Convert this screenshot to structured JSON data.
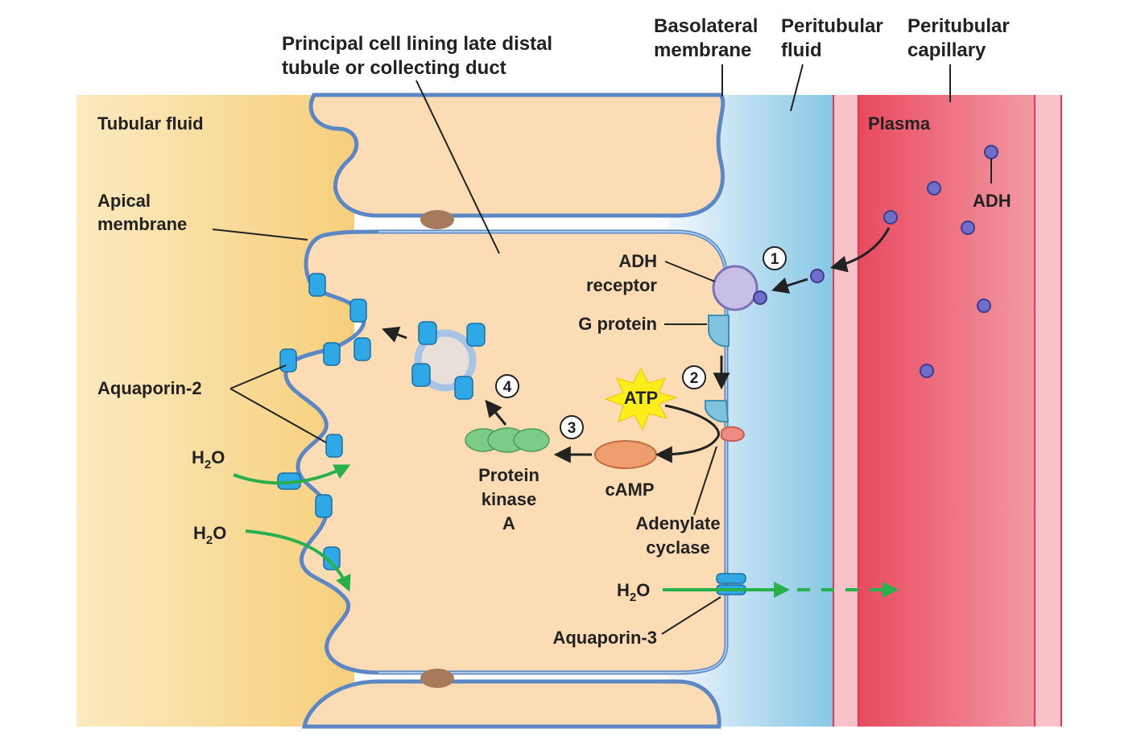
{
  "colors": {
    "tubular_fluid": "#f8d98f",
    "cell": "#fbdcb4",
    "membrane": "#8ab4e0",
    "membrane_edge": "#4f7fc0",
    "peritubular_fluid": "#8fcbe8",
    "capillary_wall": "#f6bcc3",
    "plasma": "#ea4f63",
    "adh": "#6f6ec8",
    "aquaporin": "#2ea9e6",
    "pka": "#7ccb86",
    "camp": "#ee9e6e",
    "atp_star": "#fbee1b",
    "arrow_green": "#28b04a",
    "junction": "#a87a5c"
  },
  "labels": {
    "principal_cell": [
      "Principal cell lining late distal",
      "tubule or collecting duct"
    ],
    "basolateral": [
      "Basolateral",
      "membrane"
    ],
    "peritubular_fluid": [
      "Peritubular",
      "fluid"
    ],
    "peritubular_capillary": [
      "Peritubular",
      "capillary"
    ],
    "tubular_fluid": "Tubular fluid",
    "plasma": "Plasma",
    "adh": "ADH",
    "apical_membrane": [
      "Apical",
      "membrane"
    ],
    "adh_receptor": [
      "ADH",
      "receptor"
    ],
    "g_protein": "G protein",
    "aquaporin_2": "Aquaporin-2",
    "atp": "ATP",
    "camp": "cAMP",
    "protein_kinase_a": [
      "Protein",
      "kinase",
      "A"
    ],
    "adenylate_cyclase": [
      "Adenylate",
      "cyclase"
    ],
    "h2o": "H",
    "h2o_sub": "2",
    "h2o_end": "O",
    "aquaporin_3": "Aquaporin-3"
  },
  "steps": [
    "1",
    "2",
    "3",
    "4"
  ]
}
